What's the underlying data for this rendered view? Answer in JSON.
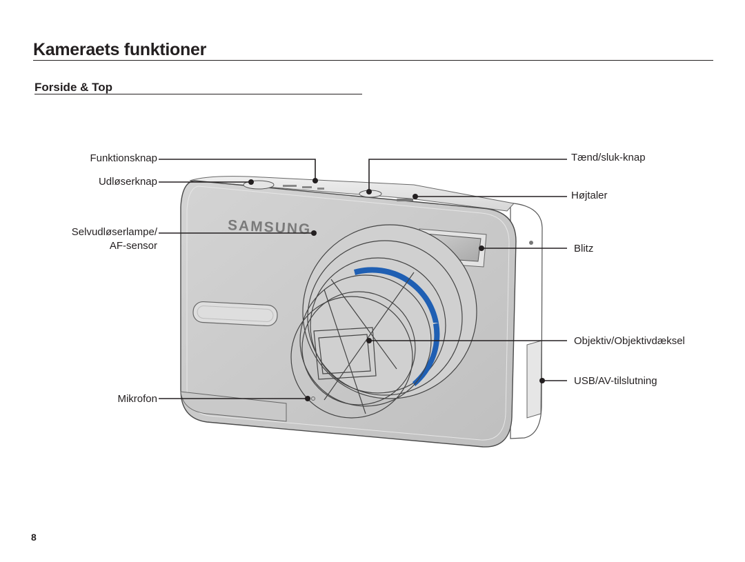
{
  "header": {
    "title": "Kameraets funktioner",
    "section": "Forside & Top"
  },
  "camera": {
    "brand": "SAMSUNG"
  },
  "callouts": {
    "function_button": "Funktionsknap",
    "shutter_button": "Udløserknap",
    "self_timer_lamp_line1": "Selvudløserlampe/",
    "self_timer_lamp_line2": "AF-sensor",
    "microphone": "Mikrofon",
    "power_button": "Tænd/sluk-knap",
    "speaker": "Højtaler",
    "flash": "Blitz",
    "lens": "Objektiv/Objektivdæksel",
    "usb_av": "USB/AV-tilslutning"
  },
  "footer": {
    "page_number": "8"
  },
  "colors": {
    "lens_ring_accent": "#1f5fb3",
    "body_panel": "#c6c6c6",
    "text": "#231f20"
  }
}
